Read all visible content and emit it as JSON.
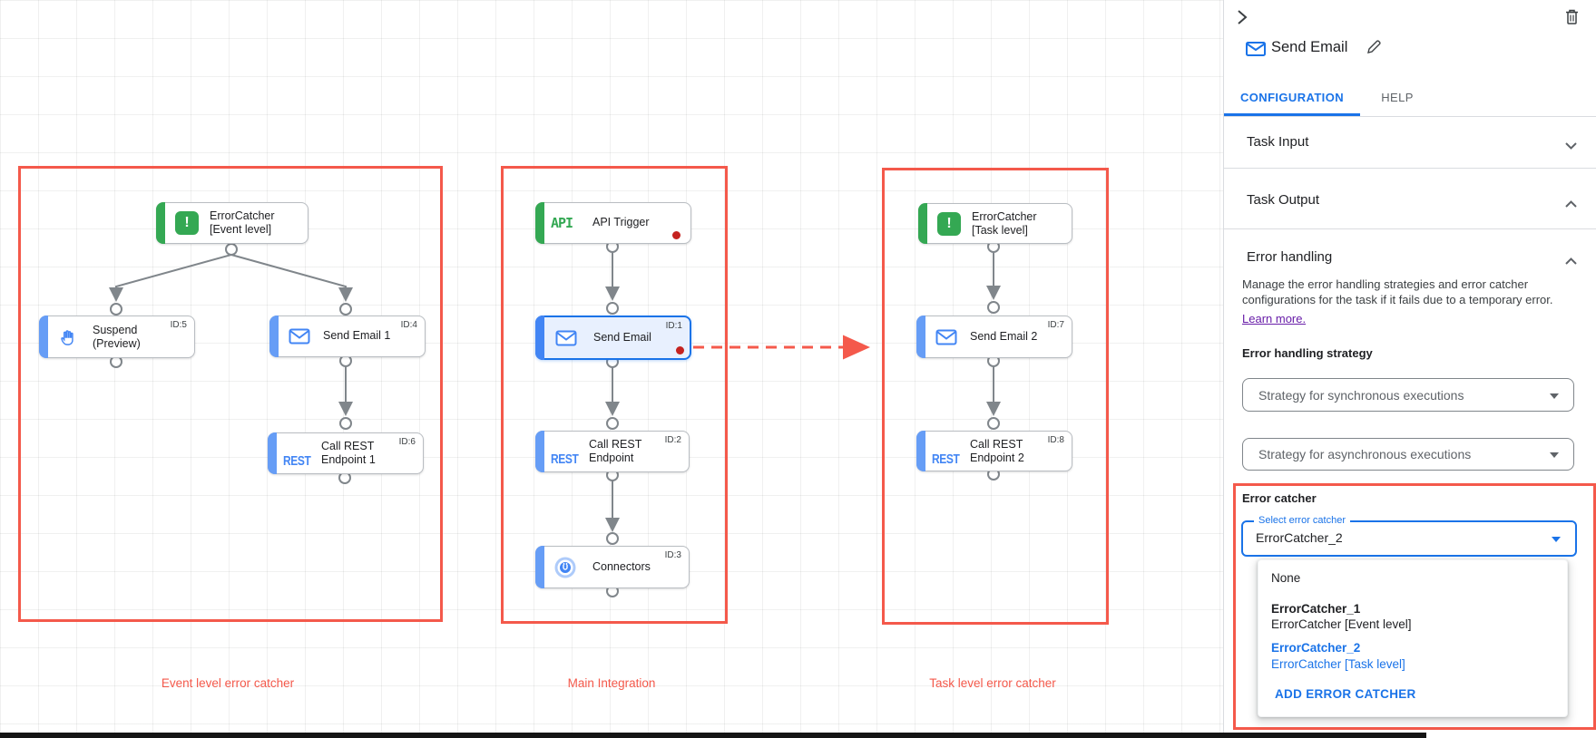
{
  "panel": {
    "title": "Send Email",
    "tabs": {
      "configuration": "CONFIGURATION",
      "help": "HELP"
    },
    "sections": {
      "task_input": "Task Input",
      "task_output": "Task Output",
      "error_handling": "Error handling"
    },
    "error_handling": {
      "description_line1": "Manage the error handling strategies and error catcher",
      "description_line2": "configurations for the task if it fails due to a temporary error.",
      "learn_more": "Learn more.",
      "strategy_label": "Error handling strategy",
      "sync_strategy_placeholder": "Strategy for synchronous executions",
      "async_strategy_placeholder": "Strategy for asynchronous executions",
      "error_catcher_label": "Error catcher",
      "select_label": "Select error catcher",
      "select_value": "ErrorCatcher_2",
      "menu": {
        "none_option": "None",
        "option1_name": "ErrorCatcher_1",
        "option1_desc": "ErrorCatcher [Event level]",
        "option2_name": "ErrorCatcher_2",
        "option2_desc": "ErrorCatcher [Task level]",
        "add_error_catcher": "ADD ERROR CATCHER"
      }
    }
  },
  "canvas": {
    "captions": {
      "event": "Event level error catcher",
      "main": "Main Integration",
      "task": "Task level error catcher"
    },
    "nodes": {
      "error_catcher_event": {
        "line1": "ErrorCatcher",
        "line2": "[Event level]",
        "icon_glyph": "!"
      },
      "suspend": {
        "line1": "Suspend",
        "line2": "(Preview)",
        "id": "ID:5"
      },
      "send_email_1": {
        "label": "Send Email 1",
        "id": "ID:4"
      },
      "call_rest_1": {
        "line1": "Call REST",
        "line2": "Endpoint 1",
        "id": "ID:6",
        "logo": "REST"
      },
      "api_trigger": {
        "label": "API Trigger",
        "logo": "API"
      },
      "send_email": {
        "label": "Send Email",
        "id": "ID:1"
      },
      "call_rest": {
        "line1": "Call REST",
        "line2": "Endpoint",
        "id": "ID:2",
        "logo": "REST"
      },
      "connectors": {
        "label": "Connectors",
        "id": "ID:3"
      },
      "error_catcher_task": {
        "line1": "ErrorCatcher",
        "line2": "[Task level]",
        "icon_glyph": "!"
      },
      "send_email_2": {
        "label": "Send Email 2",
        "id": "ID:7"
      },
      "call_rest_2": {
        "line1": "Call REST",
        "line2": "Endpoint 2",
        "id": "ID:8",
        "logo": "REST"
      }
    },
    "colors": {
      "highlight_red": "#f4594b",
      "green": "#34a853",
      "blue_bar": "#669df6",
      "selected_blue": "#1a73e8",
      "selected_fill": "#e8f0fe",
      "edge_gray": "#80868b",
      "error_dot_red": "#c5221f"
    }
  }
}
